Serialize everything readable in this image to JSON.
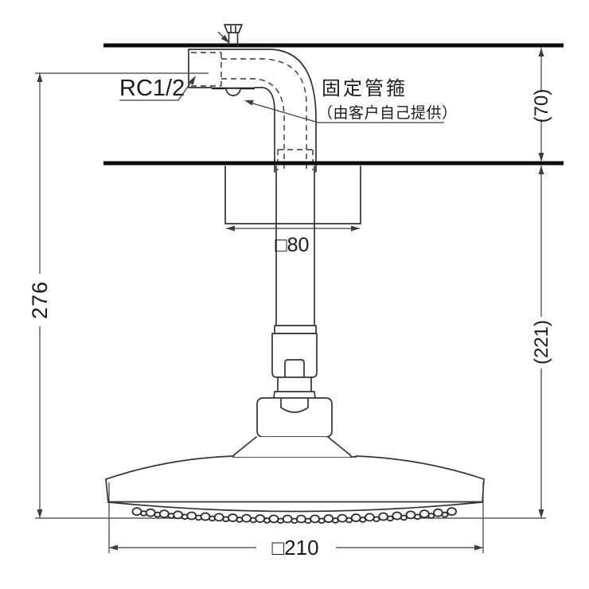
{
  "drawing": {
    "labels": {
      "thread_size": "RC1/2",
      "clamp_note_line1": "固定管箍",
      "clamp_note_line2": "（由客户自己提供）",
      "dim_total_height": "276",
      "dim_ceiling_space": "(70)",
      "dim_drop_height": "(221)",
      "dim_escutcheon": "□80",
      "dim_head_width": "□210"
    },
    "colors": {
      "background": "#ffffff",
      "outline": "#333333",
      "ceiling_line": "#0d0d0d",
      "dimension": "#3d3d3d",
      "text": "#1a1a1a"
    }
  }
}
